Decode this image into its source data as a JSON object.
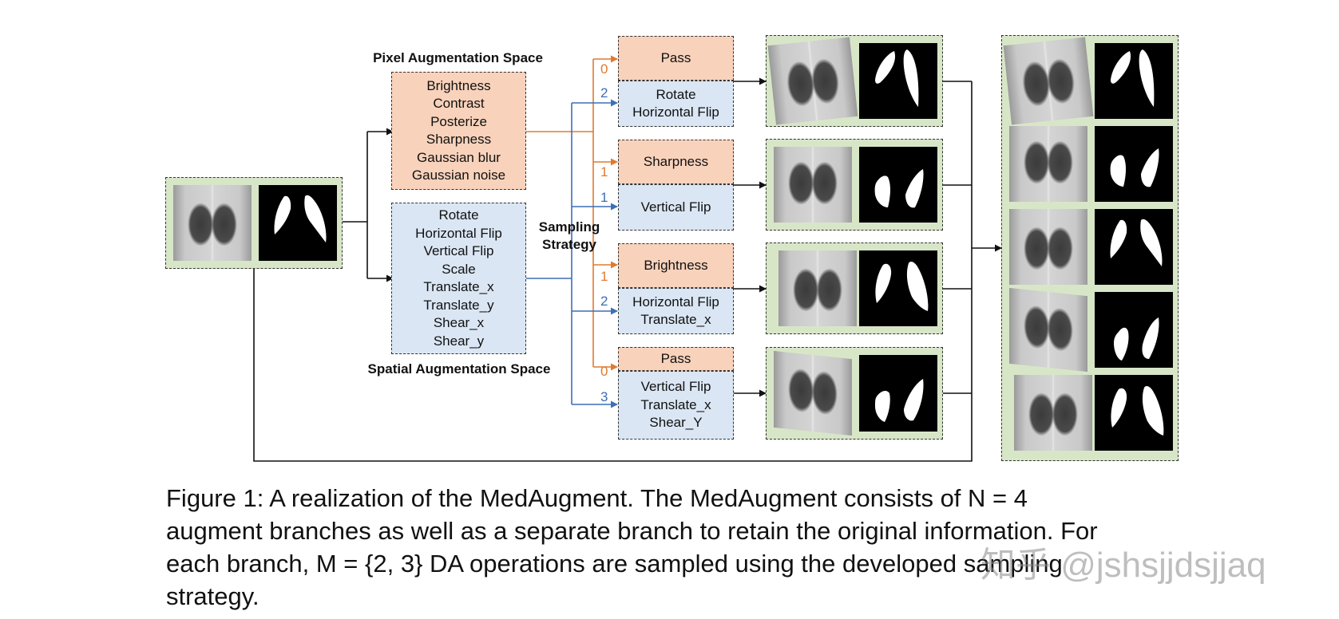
{
  "pixel_space": {
    "title": "Pixel Augmentation Space",
    "items": [
      "Brightness",
      "Contrast",
      "Posterize",
      "Sharpness",
      "Gaussian blur",
      "Gaussian noise"
    ]
  },
  "spatial_space": {
    "title": "Spatial Augmentation Space",
    "items": [
      "Rotate",
      "Horizontal Flip",
      "Vertical Flip",
      "Scale",
      "Translate_x",
      "Translate_y",
      "Shear_x",
      "Shear_y"
    ]
  },
  "sampling": {
    "line1": "Sampling",
    "line2": "Strategy"
  },
  "branches": [
    {
      "pixel_count": "0",
      "pixel_ops": [
        "Pass"
      ],
      "spatial_count": "2",
      "spatial_ops": [
        "Rotate",
        "Horizontal Flip"
      ]
    },
    {
      "pixel_count": "1",
      "pixel_ops": [
        "Sharpness"
      ],
      "spatial_count": "1",
      "spatial_ops": [
        "Vertical Flip"
      ]
    },
    {
      "pixel_count": "1",
      "pixel_ops": [
        "Brightness"
      ],
      "spatial_count": "2",
      "spatial_ops": [
        "Horizontal Flip",
        "Translate_x"
      ]
    },
    {
      "pixel_count": "0",
      "pixel_ops": [
        "Pass"
      ],
      "spatial_count": "3",
      "spatial_ops": [
        "Vertical Flip",
        "Translate_x",
        "Shear_Y"
      ]
    }
  ],
  "caption": {
    "line1": "Figure 1: A realization of the MedAugment.  The MedAugment consists of N = 4",
    "line2": "augment branches as well as a separate branch to retain the original information. For",
    "line3": "each branch, M = {2, 3} DA operations are sampled using the developed sampling",
    "line4": "strategy."
  },
  "watermark": "知乎 @jshsjjdsjjaq",
  "colors": {
    "pixel_fill": "#f8d2bb",
    "spatial_fill": "#dae6f4",
    "image_frame_fill": "#d8e6c8",
    "pixel_arrow": "#e07a2e",
    "spatial_arrow": "#3d6fb5",
    "black_arrow": "#111111"
  }
}
